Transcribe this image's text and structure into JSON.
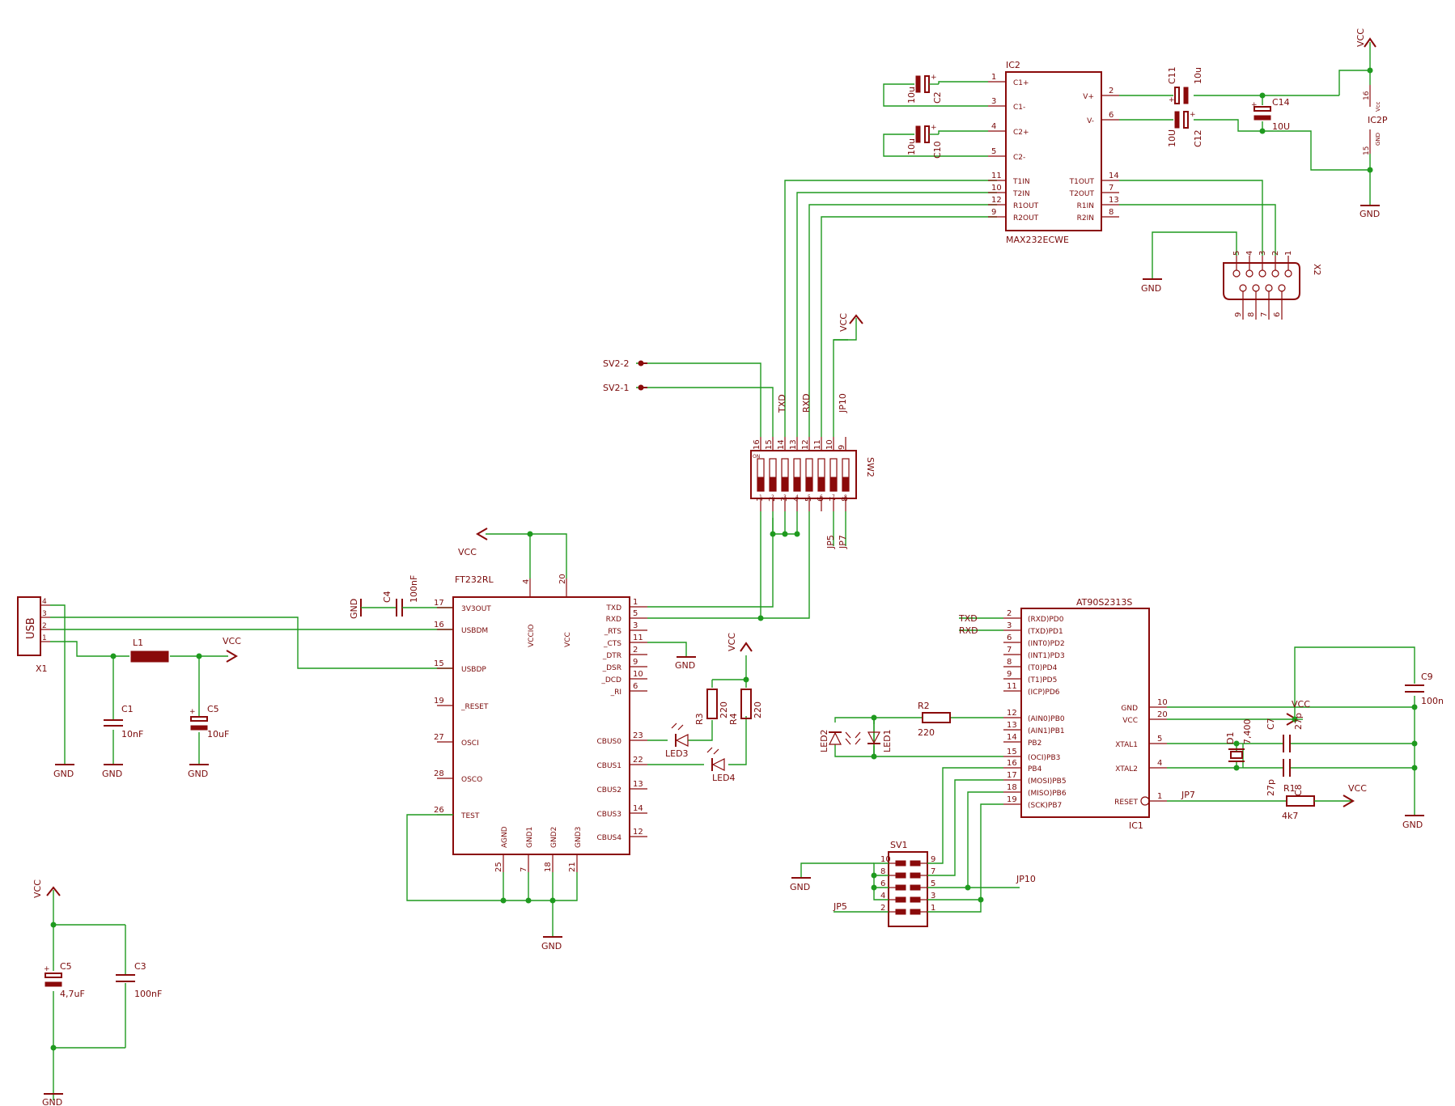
{
  "components": {
    "usb": {
      "name": "X1",
      "label": "USB"
    },
    "l1": {
      "name": "L1"
    },
    "c1": {
      "name": "C1",
      "value": "10nF"
    },
    "c5": {
      "name": "C5",
      "value": "10uF"
    },
    "c4": {
      "name": "C4",
      "value": "100nF"
    },
    "c5b": {
      "name": "C5",
      "value": "4,7uF"
    },
    "c3": {
      "name": "C3",
      "value": "100nF"
    },
    "ft232": {
      "name": "FT232RL"
    },
    "r3": {
      "name": "R3",
      "value": "220"
    },
    "r4": {
      "name": "R4",
      "value": "220"
    },
    "led3": {
      "name": "LED3"
    },
    "led4": {
      "name": "LED4"
    },
    "sw2": {
      "name": "SW2"
    },
    "ic2": {
      "name": "IC2",
      "part": "MAX232ECWE"
    },
    "ic2p": {
      "name": "IC2P"
    },
    "c2": {
      "name": "C2",
      "value": "10u"
    },
    "c10": {
      "name": "C10",
      "value": "10u"
    },
    "c11": {
      "name": "C11",
      "value": "10u"
    },
    "c12": {
      "name": "C12",
      "value": "10U"
    },
    "c14": {
      "name": "C14",
      "value": "10U"
    },
    "x2": {
      "name": "X2"
    },
    "avr": {
      "name": "IC1",
      "part": "AT90S2313S"
    },
    "r2": {
      "name": "R2",
      "value": "220"
    },
    "led1": {
      "name": "LED1"
    },
    "led2": {
      "name": "LED2"
    },
    "d1": {
      "name": "D1",
      "value": "7,400"
    },
    "c7": {
      "name": "C7",
      "value": "27p"
    },
    "c8": {
      "name": "C8",
      "value": "27p"
    },
    "c9": {
      "name": "C9",
      "value": "100n"
    },
    "r1": {
      "name": "R1",
      "value": "4k7"
    },
    "sv1": {
      "name": "SV1"
    }
  },
  "power": {
    "vcc": "VCC",
    "gnd": "GND"
  },
  "nets": {
    "sv2_2": "SV2-2",
    "sv2_1": "SV2-1",
    "txd": "TXD",
    "rxd": "RXD",
    "jp10": "JP10",
    "jp5": "JP5",
    "jp7": "JP7"
  },
  "ft232_pins": {
    "left": [
      {
        "num": "17",
        "name": "3V3OUT"
      },
      {
        "num": "16",
        "name": "USBDM"
      },
      {
        "num": "15",
        "name": "USBDP"
      },
      {
        "num": "19",
        "name": "_RESET"
      },
      {
        "num": "27",
        "name": "OSCI"
      },
      {
        "num": "28",
        "name": "OSCO"
      },
      {
        "num": "26",
        "name": "TEST"
      }
    ],
    "right": [
      {
        "num": "1",
        "name": "TXD"
      },
      {
        "num": "5",
        "name": "RXD"
      },
      {
        "num": "3",
        "name": "_RTS"
      },
      {
        "num": "11",
        "name": "_CTS"
      },
      {
        "num": "2",
        "name": "_DTR"
      },
      {
        "num": "9",
        "name": "_DSR"
      },
      {
        "num": "10",
        "name": "_DCD"
      },
      {
        "num": "6",
        "name": "_RI"
      },
      {
        "num": "23",
        "name": "CBUS0"
      },
      {
        "num": "22",
        "name": "CBUS1"
      },
      {
        "num": "13",
        "name": "CBUS2"
      },
      {
        "num": "14",
        "name": "CBUS3"
      },
      {
        "num": "12",
        "name": "CBUS4"
      }
    ],
    "top": [
      {
        "num": "4",
        "name": "VCCIO"
      },
      {
        "num": "20",
        "name": "VCC"
      }
    ],
    "bottom": [
      {
        "num": "25",
        "name": "AGND"
      },
      {
        "num": "7",
        "name": "GND1"
      },
      {
        "num": "18",
        "name": "GND2"
      },
      {
        "num": "21",
        "name": "GND3"
      }
    ]
  },
  "max232_pins": {
    "left": [
      {
        "num": "1",
        "name": "C1+"
      },
      {
        "num": "3",
        "name": "C1-"
      },
      {
        "num": "4",
        "name": "C2+"
      },
      {
        "num": "5",
        "name": "C2-"
      },
      {
        "num": "11",
        "name": "T1IN"
      },
      {
        "num": "10",
        "name": "T2IN"
      },
      {
        "num": "12",
        "name": "R1OUT"
      },
      {
        "num": "9",
        "name": "R2OUT"
      }
    ],
    "right": [
      {
        "num": "2",
        "name": "V+"
      },
      {
        "num": "6",
        "name": "V-"
      },
      {
        "num": "14",
        "name": "T1OUT"
      },
      {
        "num": "7",
        "name": "T2OUT"
      },
      {
        "num": "13",
        "name": "R1IN"
      },
      {
        "num": "8",
        "name": "R2IN"
      }
    ]
  },
  "ic2p_pins": [
    {
      "num": "16",
      "name": "Vcc"
    },
    {
      "num": "15",
      "name": "GND"
    }
  ],
  "avr_pins": {
    "left": [
      {
        "num": "2",
        "name": "(RXD)PD0"
      },
      {
        "num": "3",
        "name": "(TXD)PD1"
      },
      {
        "num": "6",
        "name": "(INT0)PD2"
      },
      {
        "num": "7",
        "name": "(INT1)PD3"
      },
      {
        "num": "8",
        "name": "(T0)PD4"
      },
      {
        "num": "9",
        "name": "(T1)PD5"
      },
      {
        "num": "11",
        "name": "(ICP)PD6"
      },
      {
        "num": "12",
        "name": "(AIN0)PB0"
      },
      {
        "num": "13",
        "name": "(AIN1)PB1"
      },
      {
        "num": "14",
        "name": "PB2"
      },
      {
        "num": "15",
        "name": "(OCI)PB3"
      },
      {
        "num": "16",
        "name": "PB4"
      },
      {
        "num": "17",
        "name": "(MOSI)PB5"
      },
      {
        "num": "18",
        "name": "(MISO)PB6"
      },
      {
        "num": "19",
        "name": "(SCK)PB7"
      }
    ],
    "right": [
      {
        "num": "10",
        "name": "GND"
      },
      {
        "num": "20",
        "name": "VCC"
      },
      {
        "num": "5",
        "name": "XTAL1"
      },
      {
        "num": "4",
        "name": "XTAL2"
      },
      {
        "num": "1",
        "name": "RESET"
      }
    ]
  },
  "sw2_pins": {
    "top": [
      "16",
      "15",
      "14",
      "13",
      "12",
      "11",
      "10",
      "9"
    ],
    "bottom": [
      "1",
      "2",
      "3",
      "4",
      "5",
      "6",
      "7",
      "8"
    ],
    "inner": [
      "1",
      "2",
      "3",
      "4",
      "5",
      "6",
      "7",
      "8"
    ],
    "on_mark": "ON"
  },
  "sv1_pins": {
    "left": [
      "10",
      "8",
      "6",
      "4",
      "2"
    ],
    "right": [
      "9",
      "7",
      "5",
      "3",
      "1"
    ]
  },
  "x2_pins": {
    "top": [
      "5",
      "4",
      "3",
      "2",
      "1"
    ],
    "bottom": [
      "9",
      "8",
      "7",
      "6"
    ]
  },
  "usb_pins": [
    "4",
    "3",
    "2",
    "1"
  ],
  "ic2_cap_pins": {
    "c1p": "+",
    "c2p": "+",
    "c10p": "+",
    "c11p": "+",
    "c12p": "+",
    "c14p": "+",
    "c5p": "+",
    "c5bp": "+"
  }
}
